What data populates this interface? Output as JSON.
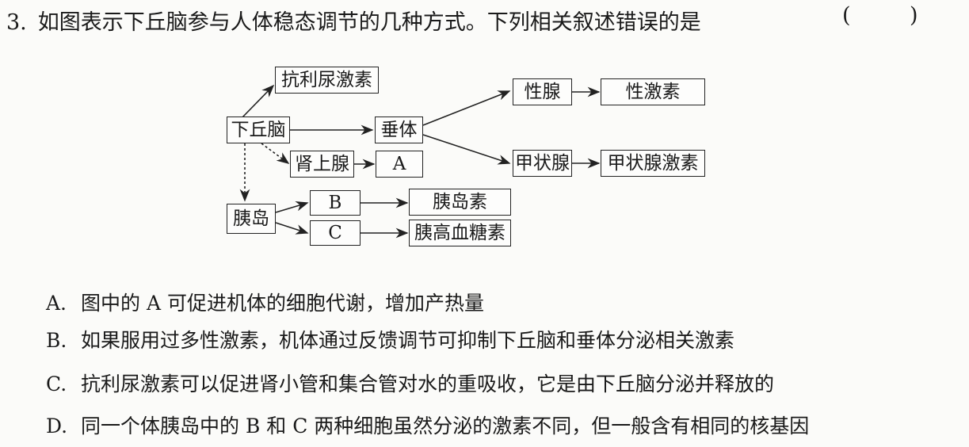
{
  "question": {
    "number": "3.",
    "stem": "如图表示下丘脑参与人体稳态调节的几种方式。下列相关叙述错误的是",
    "paren_left": "(",
    "paren_right": ")"
  },
  "diagram": {
    "adh": "抗利尿激素",
    "hypothalamus": "下丘脑",
    "pituitary": "垂体",
    "adrenal": "肾上腺",
    "a": "A",
    "gonad": "性腺",
    "sex_hormone": "性激素",
    "thyroid": "甲状腺",
    "thyroid_hormone": "甲状腺激素",
    "pancreatic_islet": "胰岛",
    "b": "B",
    "c": "C",
    "insulin": "胰岛素",
    "glucagon": "胰高血糖素"
  },
  "options": [
    {
      "letter": "A.",
      "text": "图中的 A 可促进机体的细胞代谢，增加产热量"
    },
    {
      "letter": "B.",
      "text": "如果服用过多性激素，机体通过反馈调节可抑制下丘脑和垂体分泌相关激素"
    },
    {
      "letter": "C.",
      "text": "抗利尿激素可以促进肾小管和集合管对水的重吸收，它是由下丘脑分泌并释放的"
    },
    {
      "letter": "D.",
      "text": "同一个体胰岛中的 B 和 C 两种细胞虽然分泌的激素不同，但一般含有相同的核基因"
    }
  ]
}
